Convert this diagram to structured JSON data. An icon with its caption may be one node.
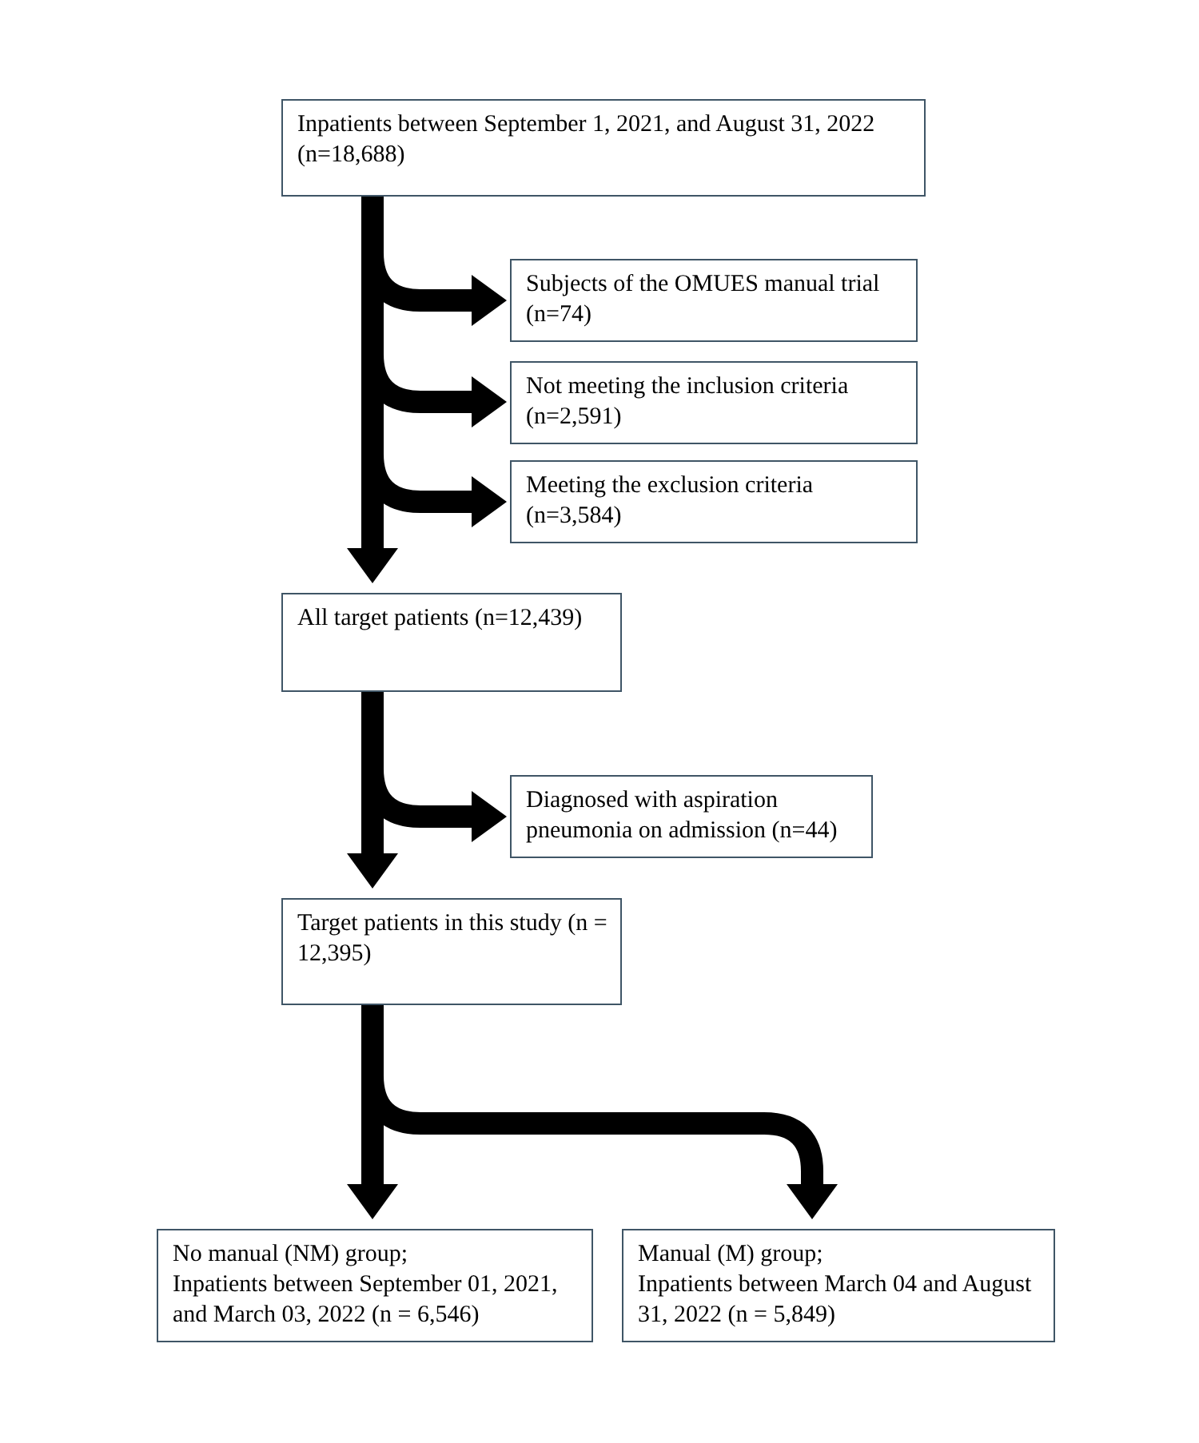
{
  "diagram": {
    "nodes": [
      {
        "text": [
          "Inpatients between September 1, 2021, and August 31, 2022 (n=18,688)"
        ]
      },
      {
        "text": [
          "Subjects of the OMUES manual trial (n=74)"
        ]
      },
      {
        "text": [
          "Not meeting the inclusion criteria (n=2,591)"
        ]
      },
      {
        "text": [
          "Meeting the exclusion criteria (n=3,584)"
        ]
      },
      {
        "text": [
          "All target patients (n=12,439)"
        ]
      },
      {
        "text": [
          "Diagnosed with aspiration pneumonia on admission (n=44)"
        ]
      },
      {
        "text": [
          "Target patients in this study (n = 12,395)"
        ]
      },
      {
        "text": [
          "No manual (NM) group;",
          "Inpatients between September 01, 2021, and March 03, 2022 (n = 6,546)"
        ]
      },
      {
        "text": [
          "Manual (M) group;",
          "Inpatients between March 04 and August 31, 2022 (n = 5,849)"
        ]
      }
    ],
    "edges": [
      {
        "from": 0,
        "to": 4,
        "arrow": "to"
      },
      {
        "from": 0,
        "to": 1,
        "arrow": "to"
      },
      {
        "from": 0,
        "to": 2,
        "arrow": "to"
      },
      {
        "from": 0,
        "to": 3,
        "arrow": "to"
      },
      {
        "from": 4,
        "to": 6,
        "arrow": "to"
      },
      {
        "from": 4,
        "to": 5,
        "arrow": "to"
      },
      {
        "from": 6,
        "to": 7,
        "arrow": "to"
      },
      {
        "from": 6,
        "to": 8,
        "arrow": "to"
      }
    ]
  }
}
